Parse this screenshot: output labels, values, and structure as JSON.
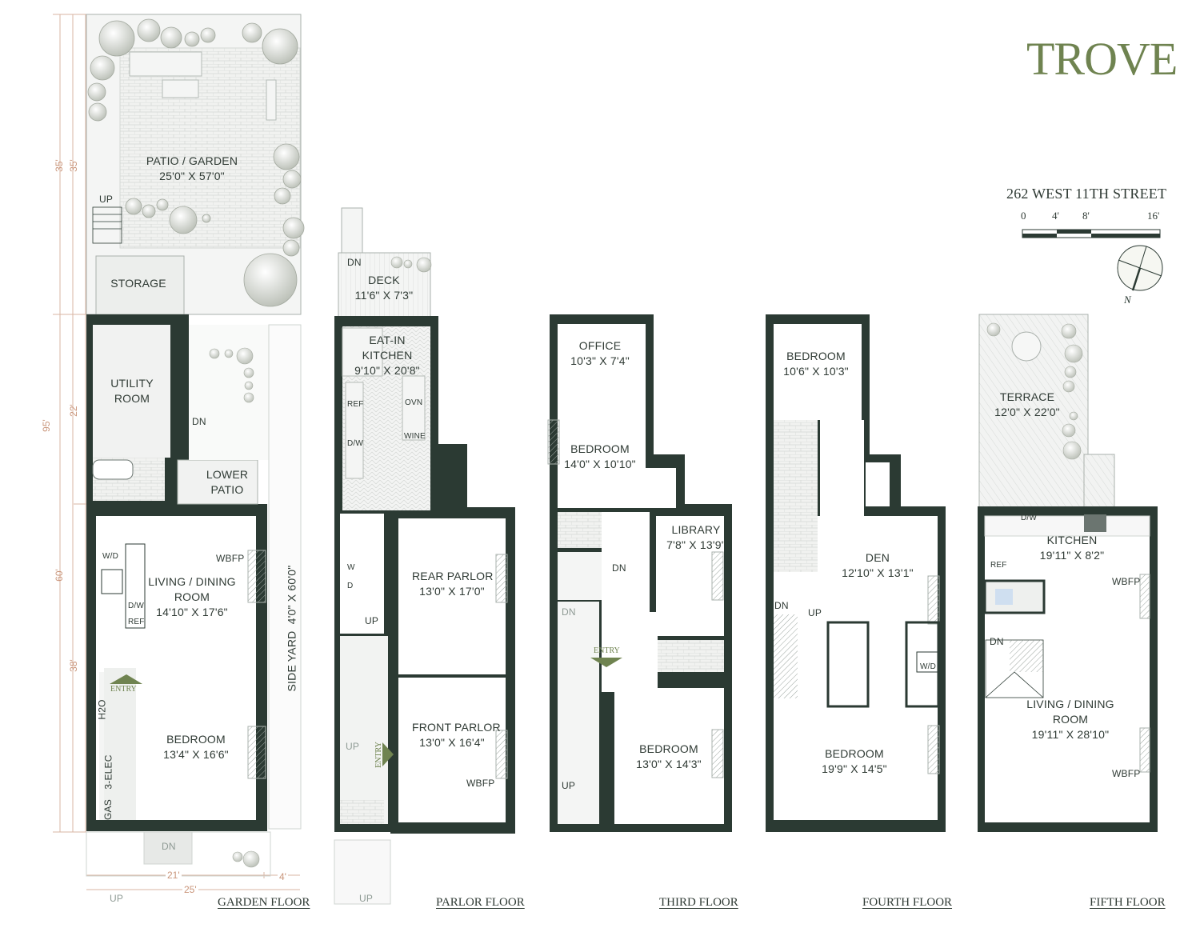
{
  "brand": {
    "name": "TROVE",
    "color": "#6f8350"
  },
  "property": {
    "address": "262 WEST 11TH STREET"
  },
  "scale_bar": {
    "ticks": [
      "0",
      "4'",
      "8'",
      "16'"
    ]
  },
  "compass": {
    "north_label": "N"
  },
  "colors": {
    "wall": "#2b3a33",
    "paper": "#f4f5f4",
    "dimension": "#c9957a",
    "accent": "#6f8350",
    "foliage": "#c8ccc4"
  },
  "dimensions": {
    "left": [
      "35'",
      "35'",
      "95'",
      "22'",
      "60'",
      "38'"
    ],
    "bottom": [
      "21'",
      "4'",
      "25'"
    ]
  },
  "floors": [
    {
      "title": "GARDEN FLOOR",
      "rooms": [
        {
          "name": "PATIO / GARDEN",
          "size": "25'0\" X 57'0\""
        },
        {
          "name": "STORAGE"
        },
        {
          "name": "UTILITY ROOM"
        },
        {
          "name": "LOWER PATIO"
        },
        {
          "name": "LIVING / DINING ROOM",
          "size": "14'10\" X 17'6\""
        },
        {
          "name": "BEDROOM",
          "size": "13'4\" X 16'6\""
        },
        {
          "name": "SIDE YARD",
          "size": "4'0\" X 60'0\""
        }
      ],
      "annotations": [
        "UP",
        "DN",
        "WBFP",
        "W/D",
        "D/W",
        "REF",
        "ENTRY",
        "H2O",
        "GAS",
        "3-ELEC",
        "DN",
        "UP"
      ]
    },
    {
      "title": "PARLOR FLOOR",
      "rooms": [
        {
          "name": "DECK",
          "size": "11'6\" X 7'3\""
        },
        {
          "name": "EAT-IN KITCHEN",
          "size": "9'10\" X 20'8\""
        },
        {
          "name": "REAR PARLOR",
          "size": "13'0\" X 17'0\""
        },
        {
          "name": "FRONT PARLOR",
          "size": "13'0\" X 16'4\""
        }
      ],
      "annotations": [
        "DN",
        "REF",
        "D/W",
        "OVN",
        "WINE",
        "W",
        "D",
        "UP",
        "UP",
        "ENTRY",
        "WBFP",
        "UP"
      ]
    },
    {
      "title": "THIRD FLOOR",
      "rooms": [
        {
          "name": "OFFICE",
          "size": "10'3\" X 7'4\""
        },
        {
          "name": "BEDROOM",
          "size": "14'0\" X 10'10\""
        },
        {
          "name": "LIBRARY",
          "size": "7'8\" X 13'9\""
        },
        {
          "name": "BEDROOM",
          "size": "13'0\" X 14'3\""
        }
      ],
      "annotations": [
        "DN",
        "DN",
        "ENTRY",
        "UP"
      ]
    },
    {
      "title": "FOURTH FLOOR",
      "rooms": [
        {
          "name": "BEDROOM",
          "size": "10'6\" X 10'3\""
        },
        {
          "name": "DEN",
          "size": "12'10\" X 13'1\""
        },
        {
          "name": "BEDROOM",
          "size": "19'9\" X 14'5\""
        }
      ],
      "annotations": [
        "DN",
        "UP",
        "W/D"
      ]
    },
    {
      "title": "FIFTH FLOOR",
      "rooms": [
        {
          "name": "TERRACE",
          "size": "12'0\" X 22'0\""
        },
        {
          "name": "KITCHEN",
          "size": "19'11\" X 8'2\""
        },
        {
          "name": "LIVING / DINING ROOM",
          "size": "19'11\" X 28'10\""
        }
      ],
      "annotations": [
        "D/W",
        "REF",
        "WBFP",
        "DN",
        "WBFP"
      ]
    }
  ]
}
